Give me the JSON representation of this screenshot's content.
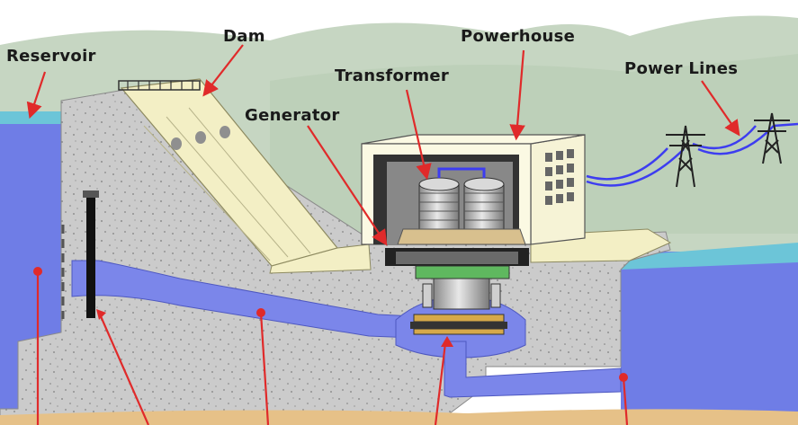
{
  "labels": {
    "reservoir": "Reservoir",
    "dam": "Dam",
    "powerhouse": "Powerhouse",
    "transformer": "Transformer",
    "generator": "Generator",
    "power_lines": "Power Lines"
  },
  "colors": {
    "sky": "#ffffff",
    "hills": "#c9d8c4",
    "water": "#6f7de6",
    "water_surface": "#6cc5d8",
    "concrete": "#c9c9c9",
    "dam_face": "#f3efc5",
    "ground": "#e6c188",
    "arrow": "#e02a2a",
    "cable": "#3d3df0"
  }
}
